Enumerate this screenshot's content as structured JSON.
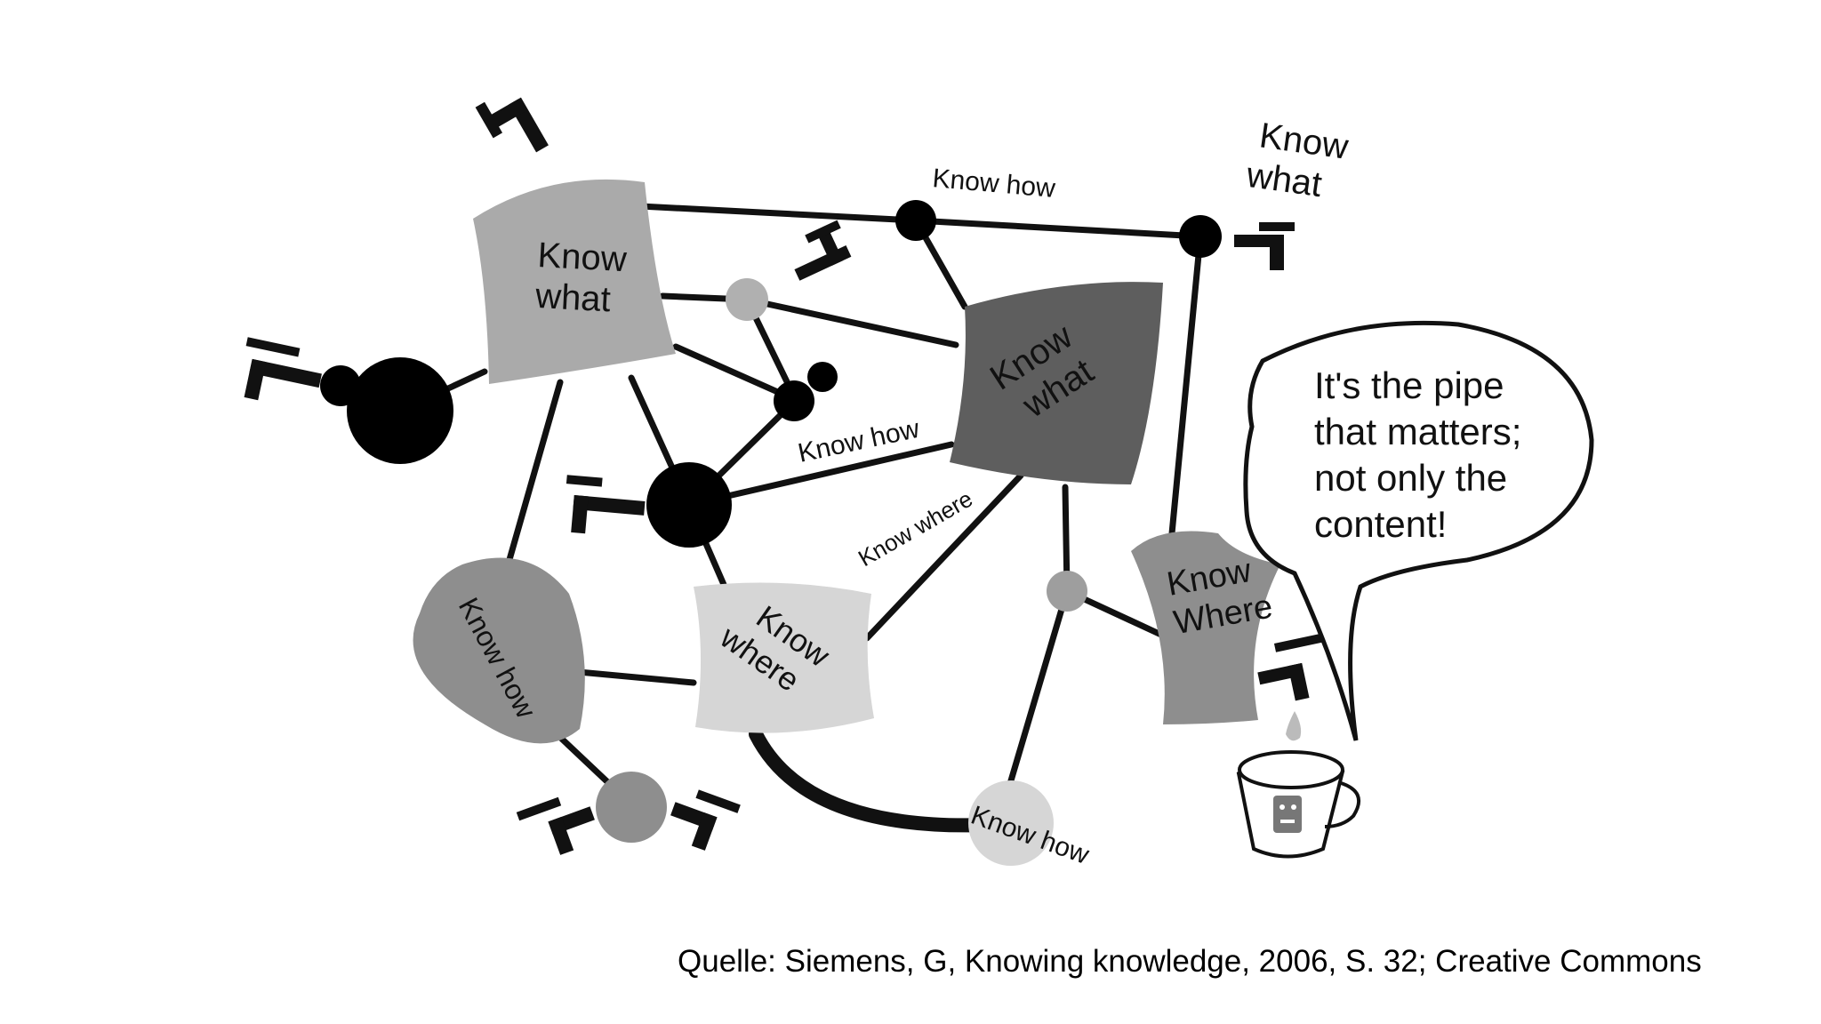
{
  "shapes": {
    "know_what_topleft": [
      "Know",
      "what"
    ],
    "know_what_center": [
      "Know",
      "what"
    ],
    "know_how_left": [
      "Know how"
    ],
    "know_where_center": [
      "Know",
      "where"
    ],
    "know_where_right": [
      "Know",
      "Where"
    ],
    "know_what_topright": [
      "Know",
      "what"
    ],
    "know_how_bottom": [
      "Know how"
    ]
  },
  "edge_labels": {
    "top": "Know how",
    "middle": "Know how",
    "diagonal": "Know where"
  },
  "speech_bubble": [
    "It's the pipe",
    "that matters;",
    "not only the",
    "content!"
  ],
  "source": "Quelle: Siemens, G, Knowing knowledge, 2006, S. 32; Creative Commons",
  "colors": {
    "black": "#000000",
    "light_gray": "#aaaaaa",
    "mid_gray": "#8e8e8e",
    "dark_gray": "#5e5e5e",
    "pale_gray": "#d6d6d6",
    "node_gray": "#b0b0b0"
  }
}
